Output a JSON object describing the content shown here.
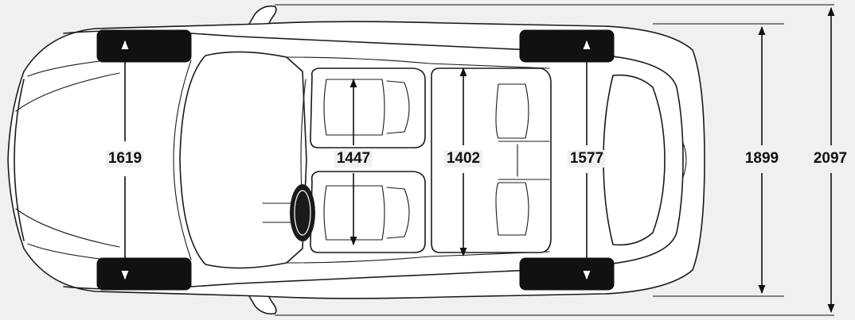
{
  "dimensions": {
    "front_track": "1619",
    "front_interior_width": "1447",
    "rear_interior_width": "1402",
    "rear_track": "1577",
    "body_width": "1899",
    "width_with_mirrors": "2097"
  }
}
